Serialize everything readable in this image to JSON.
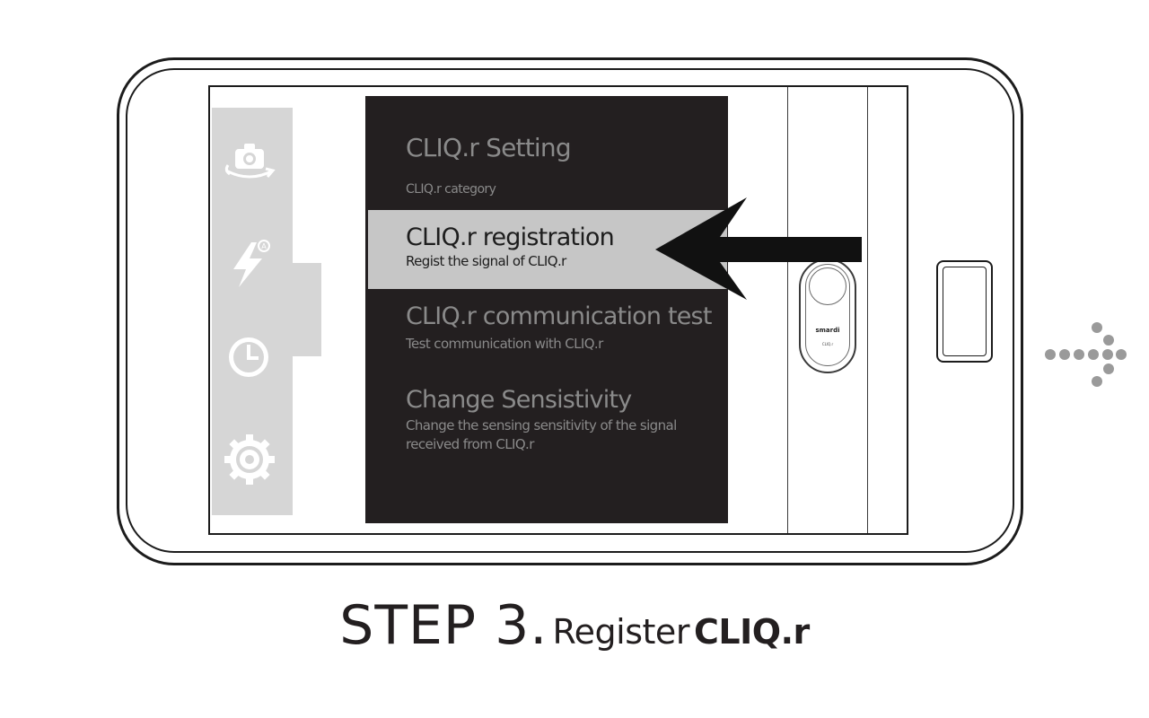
{
  "menu": {
    "title": "CLIQ.r Setting",
    "category": "CLIQ.r  category",
    "items": [
      {
        "title": "CLIQ.r registration",
        "description": "Regist the signal of CLIQ.r",
        "selected": true
      },
      {
        "title": "CLIQ.r communication test",
        "description": "Test communication with CLIQ.r",
        "selected": false
      },
      {
        "title": "Change Sensistivity",
        "description": "Change the sensing sensitivity of the signal received from CLIQ.r",
        "selected": false
      }
    ]
  },
  "sidebar_icons": [
    "camera-rotate-icon",
    "lightning-auto-icon",
    "clock-icon",
    "gear-icon"
  ],
  "device": {
    "brand": "smardi",
    "model": "CLIQ.r"
  },
  "caption": {
    "step": "STEP 3.",
    "action": "Register",
    "product": "CLIQ.r"
  },
  "colors": {
    "menu_bg": "#231f20",
    "selected_bg": "#c6c6c6",
    "rail_bg": "#d6d6d6",
    "muted_text": "#8a8a8a"
  }
}
